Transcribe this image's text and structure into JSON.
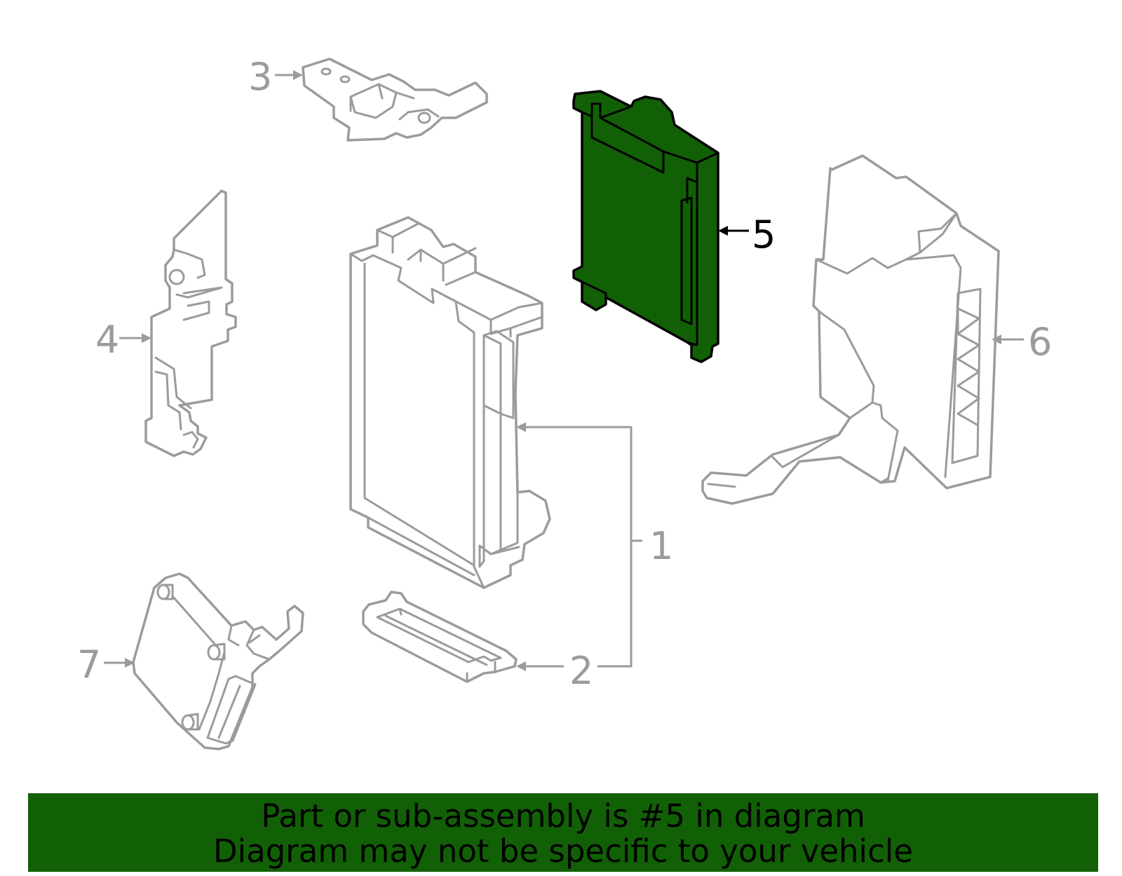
{
  "callouts": {
    "c1": "1",
    "c2": "2",
    "c3": "3",
    "c4": "4",
    "c5": "5",
    "c6": "6",
    "c7": "7"
  },
  "highlight": {
    "part": "5",
    "color": "#126006"
  },
  "banner": {
    "line1": "Part or sub-assembly is #5 in diagram",
    "line2": "Diagram may not be specific to your vehicle"
  }
}
